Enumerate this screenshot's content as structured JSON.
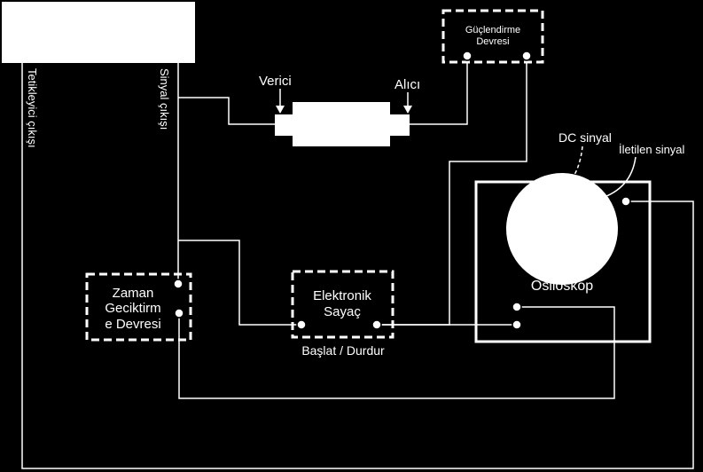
{
  "generator_box": {
    "label": ""
  },
  "labels": {
    "trigger_output": "Tetikleyici çıkışı",
    "signal_output": "Sinyal çıkışı",
    "transmitter": "Verici",
    "receiver": "Alıcı",
    "amplifier_line1": "Güçlendirme",
    "amplifier_line2": "Devresi",
    "dc_signal": "DC sinyal",
    "transmitted_signal": "İletilen sinyal",
    "oscilloscope": "Osiloskop",
    "delay_line1": "Zaman",
    "delay_line2": "Geciktirm",
    "delay_line3": "e Devresi",
    "counter_line1": "Elektronik",
    "counter_line2": "Sayaç",
    "start_stop": "Başlat / Durdur"
  },
  "colors": {
    "background": "#000000",
    "foreground": "#ffffff"
  }
}
